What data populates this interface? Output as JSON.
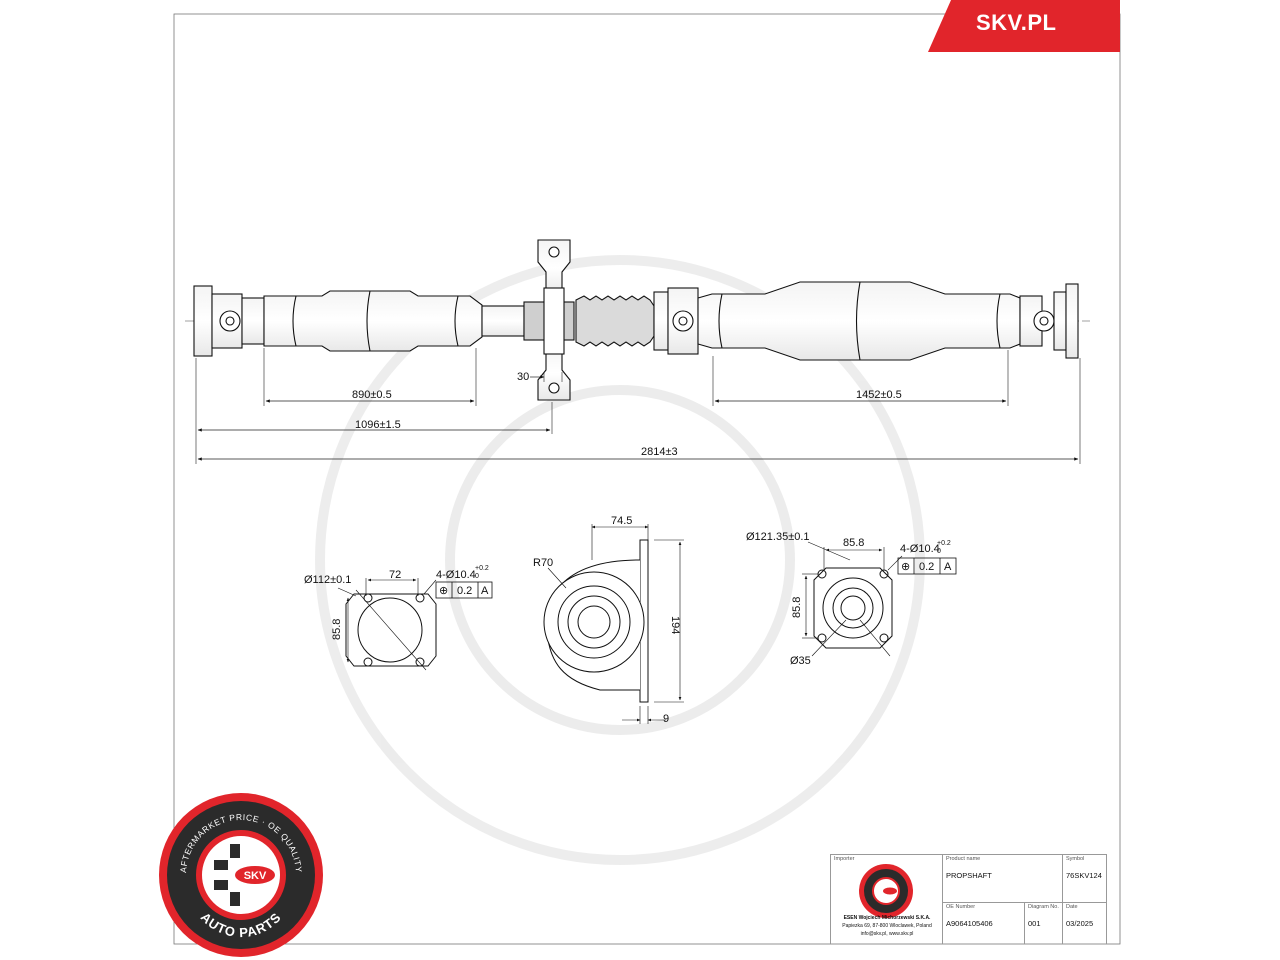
{
  "brand": {
    "site": "SKV.PL"
  },
  "dimensions": {
    "shaft": {
      "front_section": "890±0.5",
      "bearing_offset": "1096±1.5",
      "rear_section": "1452±0.5",
      "overall_length": "2814±3",
      "bearing_width": "30"
    },
    "front_flange": {
      "diameter": "Ø112±0.1",
      "bolt_spacing_x": "72",
      "bolt_spacing_y": "85.8",
      "holes_label": "4-Ø10.4",
      "holes_tol_upper": "+0.2",
      "holes_tol_lower": "0",
      "tolerance_symbol": "⊕",
      "tolerance_value": "0.2",
      "datum": "A"
    },
    "center_bearing": {
      "width": "74.5",
      "radius": "R70",
      "height": "194",
      "plate_thickness": "9"
    },
    "rear_flange": {
      "diameter": "Ø121.35±0.1",
      "bolt_spacing_x": "85.8",
      "bolt_spacing_y": "85.8",
      "holes_label": "4-Ø10.4",
      "holes_tol_upper": "+0.2",
      "holes_tol_lower": "0",
      "tolerance_symbol": "⊕",
      "tolerance_value": "0.2",
      "datum": "A",
      "bore": "Ø35"
    }
  },
  "badge": {
    "ring_text": "AFTERMARKET PRICE · OE QUALITY",
    "bottom_text": "AUTO PARTS",
    "center_text": "SKV",
    "colors": {
      "red": "#e1252b",
      "dark": "#2b2b2b"
    }
  },
  "title_block": {
    "importer_caption": "Importer",
    "product_name_caption": "Product name",
    "product_name": "PROPSHAFT",
    "symbol_caption": "Symbol",
    "symbol": "76SKV124",
    "oe_number_caption": "OE Number",
    "oe_number": "A9064105406",
    "diagram_no_caption": "Diagram No.",
    "diagram_no": "001",
    "date_caption": "Date",
    "date": "03/2025",
    "importer_name": "ESEN Wojciech Michorzewski S.K.A.",
    "importer_address": "Papiezka 69, 87-800 Wloclawek, Poland",
    "importer_contact": "info@skv.pl, www.skv.pl"
  }
}
